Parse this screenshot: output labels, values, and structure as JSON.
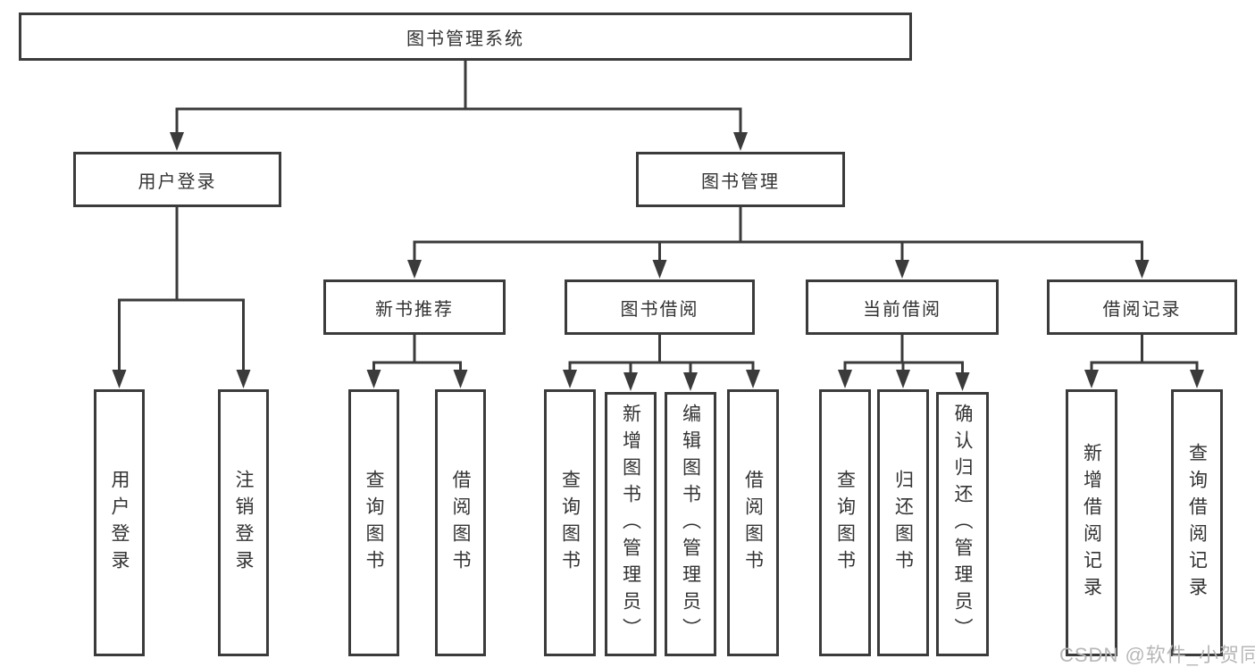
{
  "tree": {
    "label": "图书管理系统",
    "children": [
      {
        "label": "用户登录",
        "children": [
          {
            "label": "用户登录"
          },
          {
            "label": "注销登录"
          }
        ]
      },
      {
        "label": "图书管理",
        "children": [
          {
            "label": "新书推荐",
            "children": [
              {
                "label": "查询图书"
              },
              {
                "label": "借阅图书"
              }
            ]
          },
          {
            "label": "图书借阅",
            "children": [
              {
                "label": "查询图书"
              },
              {
                "label": "新增图书（管理员）"
              },
              {
                "label": "编辑图书（管理员）"
              },
              {
                "label": "借阅图书"
              }
            ]
          },
          {
            "label": "当前借阅",
            "children": [
              {
                "label": "查询图书"
              },
              {
                "label": "归还图书"
              },
              {
                "label": "确认归还（管理员）"
              }
            ]
          },
          {
            "label": "借阅记录",
            "children": [
              {
                "label": "新增借阅记录"
              },
              {
                "label": "查询借阅记录"
              }
            ]
          }
        ]
      }
    ]
  },
  "watermark": {
    "text": "CSDN @软件_小贺同学"
  },
  "colors": {
    "line": "#3b3b3b",
    "text": "#333333",
    "watermark": "#b7b7b7",
    "background": "#ffffff"
  }
}
